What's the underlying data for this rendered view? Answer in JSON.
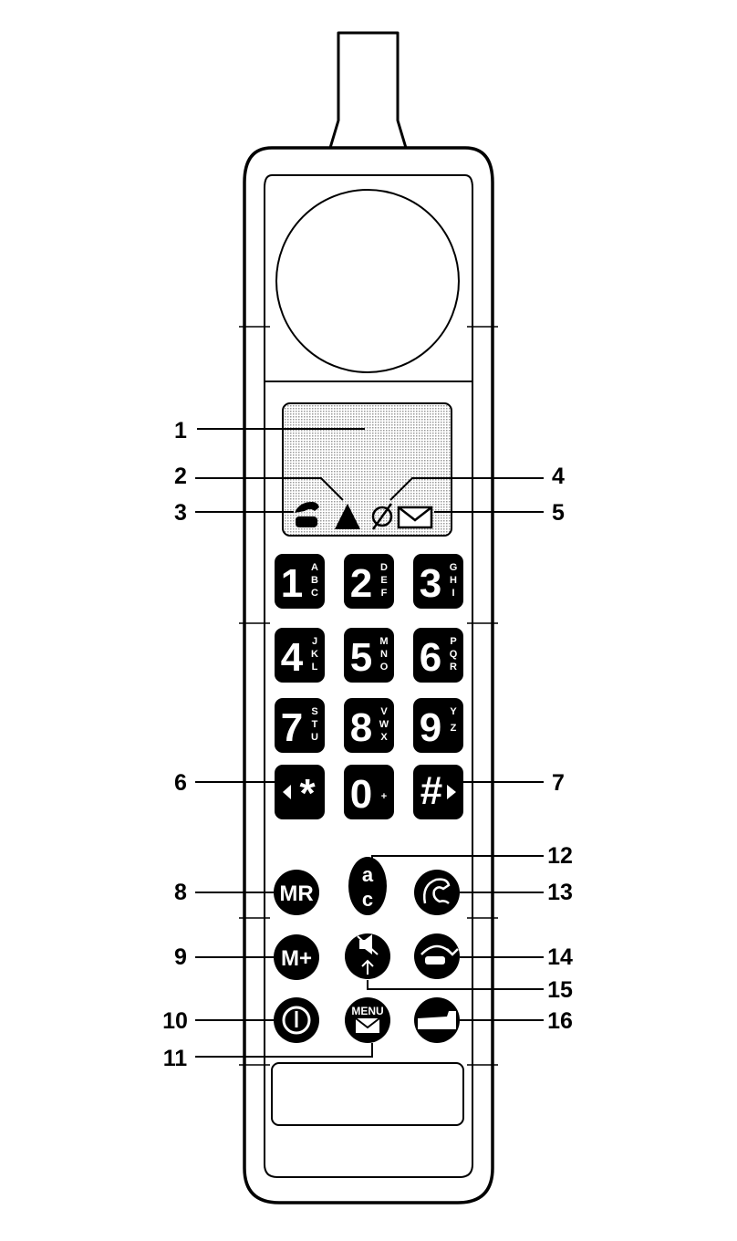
{
  "keypad": {
    "keys": [
      {
        "main": "1",
        "sub": [
          "A",
          "B",
          "C"
        ]
      },
      {
        "main": "2",
        "sub": [
          "D",
          "E",
          "F"
        ]
      },
      {
        "main": "3",
        "sub": [
          "G",
          "H",
          "I"
        ]
      },
      {
        "main": "4",
        "sub": [
          "J",
          "K",
          "L"
        ]
      },
      {
        "main": "5",
        "sub": [
          "M",
          "N",
          "O"
        ]
      },
      {
        "main": "6",
        "sub": [
          "P",
          "Q",
          "R"
        ]
      },
      {
        "main": "7",
        "sub": [
          "S",
          "T",
          "U"
        ]
      },
      {
        "main": "8",
        "sub": [
          "V",
          "W",
          "X"
        ]
      },
      {
        "main": "9",
        "sub": [
          "Y",
          "Z"
        ]
      },
      {
        "main": "*",
        "sub": []
      },
      {
        "main": "0",
        "sub": [
          "+"
        ]
      },
      {
        "main": "#",
        "sub": []
      }
    ]
  },
  "buttons": {
    "mr": "MR",
    "m_plus": "M+",
    "case_top": "a",
    "case_bottom": "c",
    "menu": "MENU"
  },
  "callouts": [
    "1",
    "2",
    "3",
    "4",
    "5",
    "6",
    "7",
    "8",
    "9",
    "10",
    "11",
    "12",
    "13",
    "14",
    "15",
    "16"
  ],
  "icons": {
    "display_status": [
      "phone-icon",
      "signal-triangle-icon",
      "no-service-icon",
      "envelope-icon"
    ],
    "function_keys": [
      "redial-handset-icon",
      "call-transfer-icon",
      "mute-icon",
      "power-icon",
      "menu-envelope-icon",
      "end-call-icon"
    ]
  },
  "colors": {
    "ink": "#000000",
    "paper": "#ffffff",
    "lcd": "#d9d9d9"
  }
}
